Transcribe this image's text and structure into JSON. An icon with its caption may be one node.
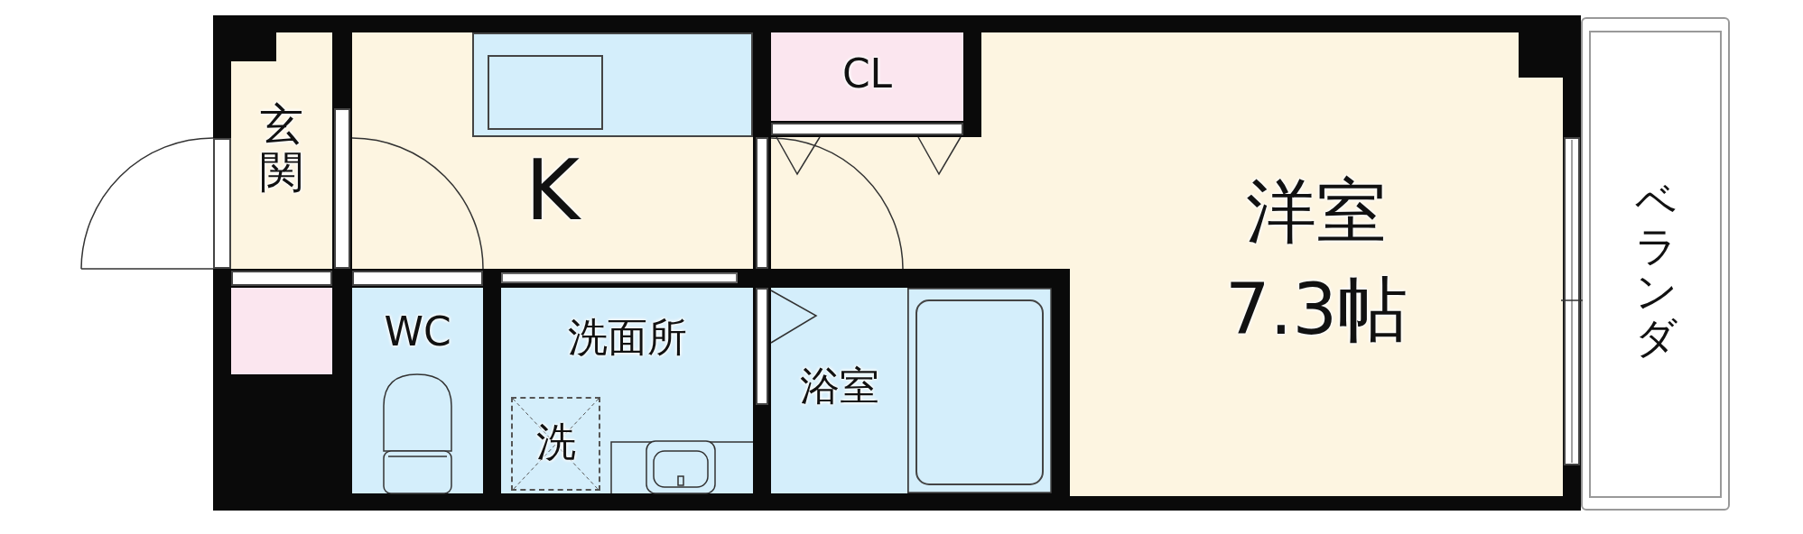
{
  "diagram": {
    "nodes": [
      {
        "text": [
          "玄関"
        ]
      },
      {
        "text": [
          "K"
        ]
      },
      {
        "text": [
          "CL"
        ]
      },
      {
        "text": [
          "洋室",
          "7.3帖"
        ]
      },
      {
        "text": [],
        "shape": "box"
      },
      {
        "text": [
          "WC"
        ]
      },
      {
        "text": [
          "洗面所"
        ]
      },
      {
        "text": [
          "洗"
        ],
        "in": 6
      },
      {
        "text": [
          "浴室"
        ]
      },
      {
        "text": [
          "ベランダ"
        ]
      }
    ]
  }
}
